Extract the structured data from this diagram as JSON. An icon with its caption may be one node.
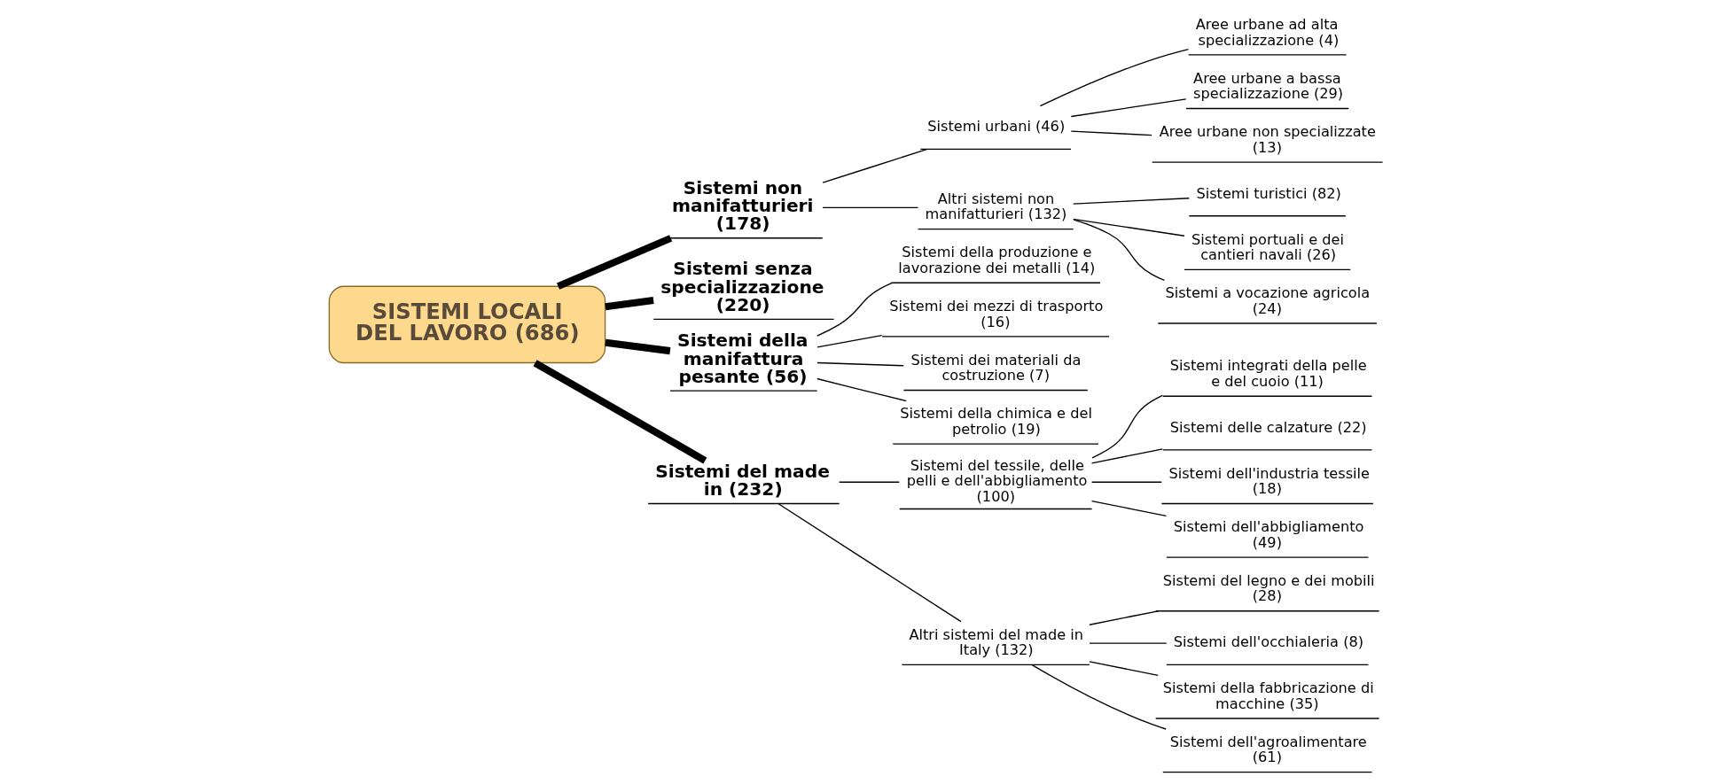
{
  "diagram": {
    "nodes": [
      {
        "text": [
          "SISTEMI LOCALI DEL LAVORO (686)"
        ]
      },
      {
        "text": [
          "Sistemi non manifatturieri (178)"
        ]
      },
      {
        "text": [
          "Sistemi urbani (46)"
        ]
      },
      {
        "text": [
          "Aree urbane ad alta specializzazione (4)"
        ]
      },
      {
        "text": [
          "Aree urbane a bassa specializzazione (29)"
        ]
      },
      {
        "text": [
          "Aree urbane non specializzate (13)"
        ]
      },
      {
        "text": [
          "Altri sistemi non manifatturieri (132)"
        ]
      },
      {
        "text": [
          "Sistemi turistici (82)"
        ]
      },
      {
        "text": [
          "Sistemi portuali e dei cantieri navali (26)"
        ]
      },
      {
        "text": [
          "Sistemi a vocazione agricola (24)"
        ]
      },
      {
        "text": [
          "Sistemi senza specializzazione (220)"
        ]
      },
      {
        "text": [
          "Sistemi della manifattura pesante (56)"
        ]
      },
      {
        "text": [
          "Sistemi della produzione e lavorazione dei metalli (14)"
        ]
      },
      {
        "text": [
          "Sistemi dei mezzi di trasporto (16)"
        ]
      },
      {
        "text": [
          "Sistemi dei materiali da costruzione (7)"
        ]
      },
      {
        "text": [
          "Sistemi della chimica e del petrolio (19)"
        ]
      },
      {
        "text": [
          "Sistemi del made in (232)"
        ]
      },
      {
        "text": [
          "Sistemi del tessile, delle pelli e dell'abbigliamento (100)"
        ]
      },
      {
        "text": [
          "Sistemi integrati della pelle e del cuoio (11)"
        ]
      },
      {
        "text": [
          "Sistemi delle calzature (22)"
        ]
      },
      {
        "text": [
          "Sistemi dell'industria tessile (18)"
        ]
      },
      {
        "text": [
          "Sistemi dell'abbigliamento (49)"
        ]
      },
      {
        "text": [
          "Altri sistemi del made in Italy (132)"
        ]
      },
      {
        "text": [
          "Sistemi del legno e dei mobili (28)"
        ]
      },
      {
        "text": [
          "Sistemi dell'occhialeria (8)"
        ]
      },
      {
        "text": [
          "Sistemi della fabbricazione di macchine (35)"
        ]
      },
      {
        "text": [
          "Sistemi dell'agroalimentare (61)"
        ]
      }
    ],
    "edges": [
      {
        "from": 0,
        "to": 1,
        "arrow": "none",
        "style": "thick"
      },
      {
        "from": 1,
        "to": 2,
        "arrow": "none"
      },
      {
        "from": 2,
        "to": 3,
        "arrow": "none"
      },
      {
        "from": 2,
        "to": 4,
        "arrow": "none"
      },
      {
        "from": 2,
        "to": 5,
        "arrow": "none"
      },
      {
        "from": 1,
        "to": 6,
        "arrow": "none"
      },
      {
        "from": 6,
        "to": 7,
        "arrow": "none"
      },
      {
        "from": 6,
        "to": 8,
        "arrow": "none"
      },
      {
        "from": 6,
        "to": 9,
        "arrow": "none"
      },
      {
        "from": 0,
        "to": 10,
        "arrow": "none",
        "style": "thick"
      },
      {
        "from": 0,
        "to": 11,
        "arrow": "none",
        "style": "thick"
      },
      {
        "from": 11,
        "to": 12,
        "arrow": "none"
      },
      {
        "from": 11,
        "to": 13,
        "arrow": "none"
      },
      {
        "from": 11,
        "to": 14,
        "arrow": "none"
      },
      {
        "from": 11,
        "to": 15,
        "arrow": "none"
      },
      {
        "from": 0,
        "to": 16,
        "arrow": "none",
        "style": "thick"
      },
      {
        "from": 16,
        "to": 17,
        "arrow": "none"
      },
      {
        "from": 17,
        "to": 18,
        "arrow": "none"
      },
      {
        "from": 17,
        "to": 19,
        "arrow": "none"
      },
      {
        "from": 17,
        "to": 20,
        "arrow": "none"
      },
      {
        "from": 17,
        "to": 21,
        "arrow": "none"
      },
      {
        "from": 16,
        "to": 22,
        "arrow": "none"
      },
      {
        "from": 22,
        "to": 23,
        "arrow": "none"
      },
      {
        "from": 22,
        "to": 24,
        "arrow": "none"
      },
      {
        "from": 22,
        "to": 25,
        "arrow": "none"
      },
      {
        "from": 22,
        "to": 26,
        "arrow": "none"
      }
    ]
  }
}
